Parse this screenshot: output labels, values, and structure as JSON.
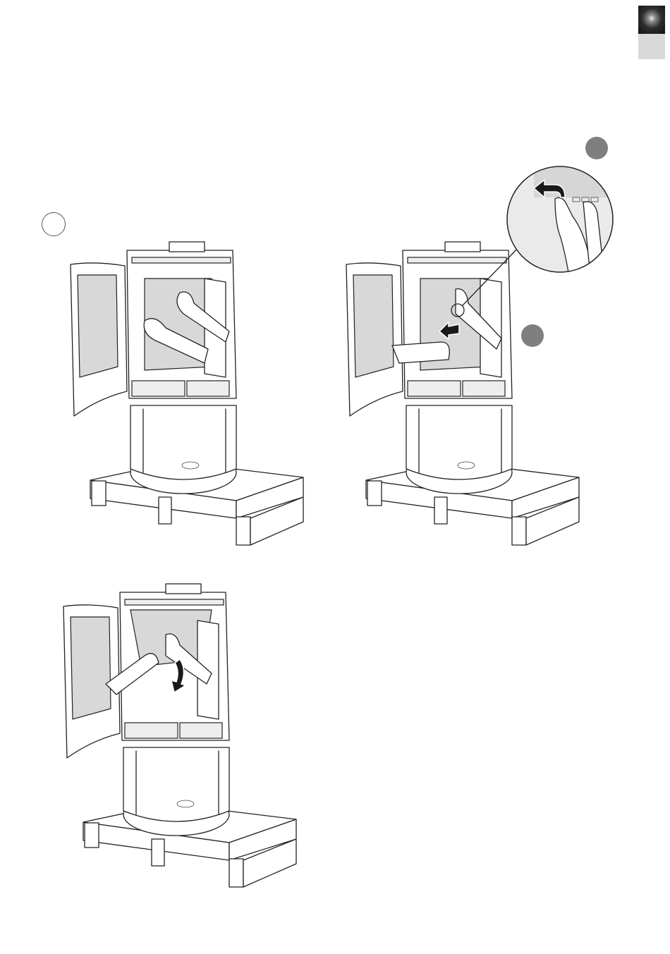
{
  "page": {
    "tab_colors": {
      "dark": "#222222",
      "light": "#d9d9d9"
    },
    "step_marker_color": "#7f7f7f"
  },
  "figures": [
    {
      "icon": "stove-on-pallet-insert-glass-panel"
    },
    {
      "icon": "stove-on-pallet-unclip-glass-panel"
    },
    {
      "icon": "finger-pressing-clip-detail"
    },
    {
      "icon": "stove-on-pallet-lower-baffle-plate"
    }
  ]
}
